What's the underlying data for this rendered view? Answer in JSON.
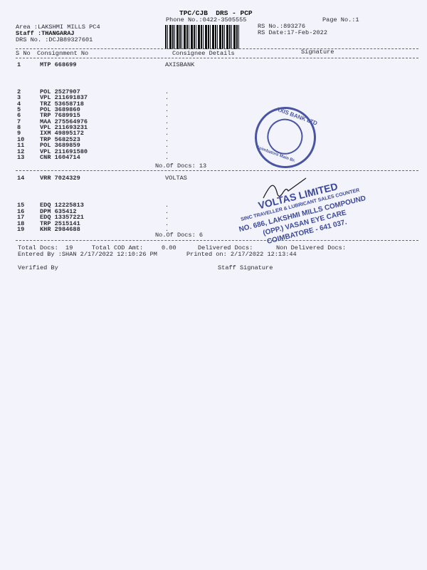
{
  "header": {
    "title": "TPC/CJB  DRS - PCP",
    "phone": "Phone No.:0422-3505555",
    "page_no": "Page No.:1",
    "area": "Area :LAKSHMI MILLS PC4",
    "staff": "Staff :THANGARAJ",
    "drs_no": "DRS No. :DCJB89327601",
    "rs_no": "RS No.:893276",
    "rs_date": "RS Date:17-Feb-2022"
  },
  "columns": {
    "sno": "S No",
    "consignment": "Consignment No",
    "consignee": "Consignee Details",
    "signature": "Signature"
  },
  "groups": [
    {
      "consignee": "AXISBANK",
      "first": {
        "sno": "1",
        "cno": "MTP 668699"
      },
      "rows": [
        {
          "sno": "2",
          "cno": "POL 2527907"
        },
        {
          "sno": "3",
          "cno": "VPL 211691837"
        },
        {
          "sno": "4",
          "cno": "TRZ 53658718"
        },
        {
          "sno": "5",
          "cno": "POL 3689860"
        },
        {
          "sno": "6",
          "cno": "TRP 7689915"
        },
        {
          "sno": "7",
          "cno": "MAA 275564976"
        },
        {
          "sno": "8",
          "cno": "VPL 211693231"
        },
        {
          "sno": "9",
          "cno": "IXM 49895172"
        },
        {
          "sno": "10",
          "cno": "TRP 5682523"
        },
        {
          "sno": "11",
          "cno": "POL 3689859"
        },
        {
          "sno": "12",
          "cno": "VPL 211691580"
        },
        {
          "sno": "13",
          "cno": "CNR 1604714"
        }
      ],
      "docs": "No.Of Docs: 13"
    },
    {
      "consignee": "VOLTAS",
      "first": {
        "sno": "14",
        "cno": "VRR 7024329"
      },
      "rows": [
        {
          "sno": "15",
          "cno": "EDQ 12225813"
        },
        {
          "sno": "16",
          "cno": "DPM 635412"
        },
        {
          "sno": "17",
          "cno": "EDQ 13357221"
        },
        {
          "sno": "18",
          "cno": "TRP 2515141"
        },
        {
          "sno": "19",
          "cno": "KHR 2984688"
        }
      ],
      "docs": "No.Of Docs: 6"
    }
  ],
  "footer": {
    "total_docs": "Total Docs:  19",
    "total_cod": "Total COD Amt:     0.00",
    "delivered": "Delivered Docs:",
    "non_delivered": "Non Delivered Docs:",
    "entered_by": "Entered By :SHAN 2/17/2022 12:10:26 PM",
    "printed_on": "Printed on: 2/17/2022 12:13:44",
    "verified_by": "Verified By",
    "staff_signature": "Staff Signature"
  },
  "stamps": {
    "axis": [
      "AXIS BANK LTD",
      "Coimbatore Main Br."
    ],
    "voltas": [
      "VOLTAS LIMITED",
      "SINC TRAVELLER & LUBRICANT SALES COUNTER",
      "NO. 686, LAKSHMI MILLS COMPOUND",
      "(OPP.) VASAN EYE CARE",
      "COIMBATORE - 641 037."
    ]
  }
}
